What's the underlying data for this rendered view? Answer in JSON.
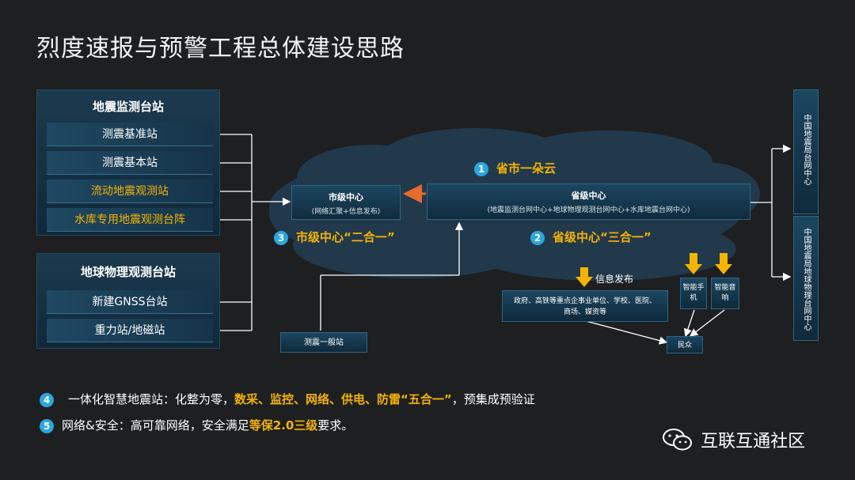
{
  "title": "烈度速报与预警工程总体建设思路",
  "groups": {
    "seismic": {
      "title": "地震监测台站",
      "items": [
        "测震基准站",
        "测震基本站",
        "流动地震观测站",
        "水库专用地震观测台阵"
      ]
    },
    "geophysics": {
      "title": "地球物理观测台站",
      "items": [
        "新建GNSS台站",
        "重力站/地磁站"
      ]
    }
  },
  "city_center": {
    "title": "市级中心",
    "sub": "(网络汇聚+信息发布)"
  },
  "province_center": {
    "title": "省级中心",
    "sub": "(地震监测台网中心+地球物理观测台网中心+水库地震台网中心)"
  },
  "general_station": "测震一般站",
  "notes": {
    "n1": {
      "num": "1",
      "text": "省市一朵云"
    },
    "n2": {
      "num": "2",
      "text": "省级中心“三合一”"
    },
    "n3": {
      "num": "3",
      "text": "市级中心“二合一”"
    }
  },
  "info_publish": {
    "label": "信息发布",
    "targets": "政府、高铁等重点企事业单位、学校、医院、商场、媒资等"
  },
  "smart_phone": "智能手机",
  "smart_speaker": "智能音响",
  "public": "民众",
  "right_boxes": [
    "中国地震局台网中心",
    "中国地震局地球物理台网中心"
  ],
  "bottom": {
    "line4": {
      "num": "4",
      "prefix": "一体化智慧地震站：化整为零，",
      "highlight": "数采、监控、网络、供电、防雷“五合一”",
      "suffix": "，预集成预验证"
    },
    "line5": {
      "num": "5",
      "prefix": "网络&安全：高可靠网络，安全满足",
      "highlight": "等保2.0三级",
      "suffix": "要求。"
    }
  },
  "watermark": "互联互通社区",
  "colors": {
    "accent": "#f5b400",
    "blue": "#29a7e1",
    "background": "#1d1f21"
  }
}
